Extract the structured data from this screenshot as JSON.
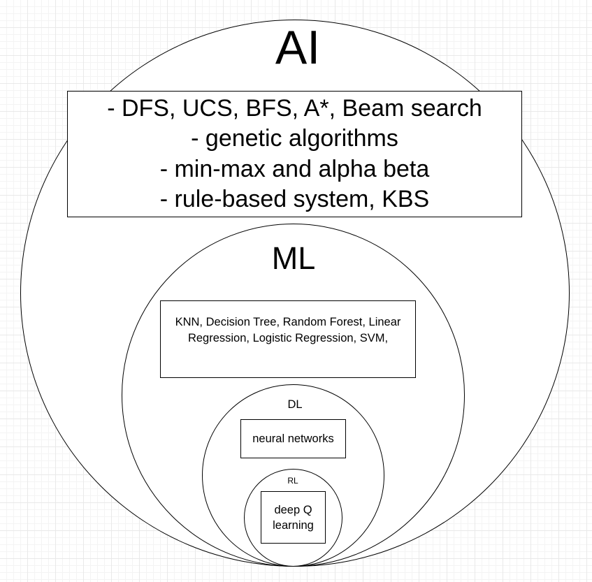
{
  "diagram": {
    "ai": {
      "title": "AI",
      "items": [
        "- DFS, UCS, BFS, A*, Beam search",
        "- genetic algorithms",
        "- min-max and alpha beta",
        "- rule-based system, KBS"
      ]
    },
    "ml": {
      "title": "ML",
      "items": [
        "KNN, Decision Tree, Random Forest, Linear",
        "Regression, Logistic Regression, SVM,"
      ]
    },
    "dl": {
      "title": "DL",
      "items": [
        "neural networks"
      ]
    },
    "rl": {
      "title": "RL",
      "items": [
        "deep Q",
        "learning"
      ]
    }
  }
}
